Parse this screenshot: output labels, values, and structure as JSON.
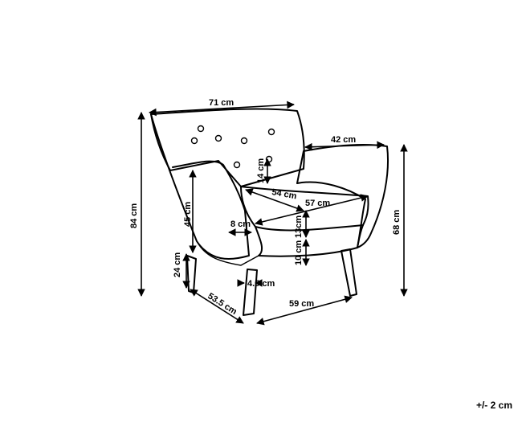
{
  "dimensions": {
    "width_total": "71 cm",
    "arm_width": "42 cm",
    "back_button_height": "14 cm",
    "seat_depth": "54 cm",
    "seat_width": "57 cm",
    "seat_height": "45 cm",
    "arm_thickness": "8 cm",
    "cushion_thickness": "13cm",
    "frame_height": "10 cm",
    "leg_height": "24 cm",
    "leg_width": "4.5 cm",
    "base_depth": "53.5 cm",
    "base_width": "59 cm",
    "total_height": "84 cm",
    "arm_height": "68 cm"
  },
  "tolerance": "+/- 2 cm"
}
